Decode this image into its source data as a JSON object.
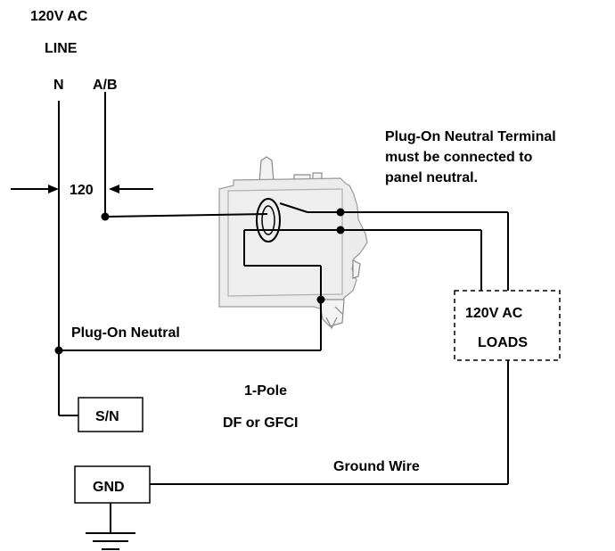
{
  "source": {
    "voltage": "120V AC",
    "line": "LINE",
    "neutral_label": "N",
    "phase_label": "A/B",
    "measured_voltage": "120"
  },
  "notes": {
    "terminal_note": [
      "Plug-On Neutral Terminal",
      "must be connected to",
      "panel neutral."
    ]
  },
  "wires": {
    "plug_on_neutral": "Plug-On Neutral",
    "ground_wire": "Ground Wire"
  },
  "breaker": {
    "poles": "1-Pole",
    "type": "DF or GFCI"
  },
  "loads": {
    "voltage": "120V AC",
    "label": "LOADS"
  },
  "boxes": {
    "sn": "S/N",
    "gnd": "GND"
  }
}
